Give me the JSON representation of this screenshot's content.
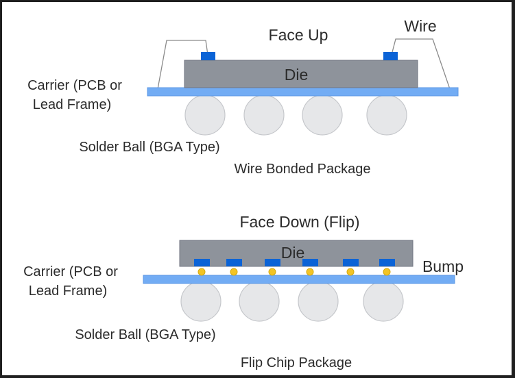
{
  "colors": {
    "carrier": "#72acf4",
    "carrier_stroke": "#5e98e4",
    "die": "#8e939b",
    "die_stroke": "#707580",
    "pad": "#0b63d6",
    "ball": "#e6e7e9",
    "ball_stroke": "#c5c7cb",
    "bump": "#f3c425",
    "bump_stroke": "#d6a90e",
    "wire": "#8a8a8a",
    "text": "#2b2b2b"
  },
  "wire_bonded": {
    "face_label": "Face Up",
    "wire_label": "Wire",
    "die_label": "Die",
    "carrier_label_line1": "Carrier (PCB or",
    "carrier_label_line2": "Lead Frame)",
    "solder_label": "Solder Ball (BGA Type)",
    "caption": "Wire Bonded Package",
    "pad_count": 2,
    "solder_ball_count": 4
  },
  "flip_chip": {
    "face_label": "Face Down (Flip)",
    "die_label": "Die",
    "bump_label": "Bump",
    "carrier_label_line1": "Carrier (PCB or",
    "carrier_label_line2": "Lead Frame)",
    "solder_label": "Solder Ball (BGA Type)",
    "caption": "Flip Chip Package",
    "bump_count": 6,
    "solder_ball_count": 4
  }
}
